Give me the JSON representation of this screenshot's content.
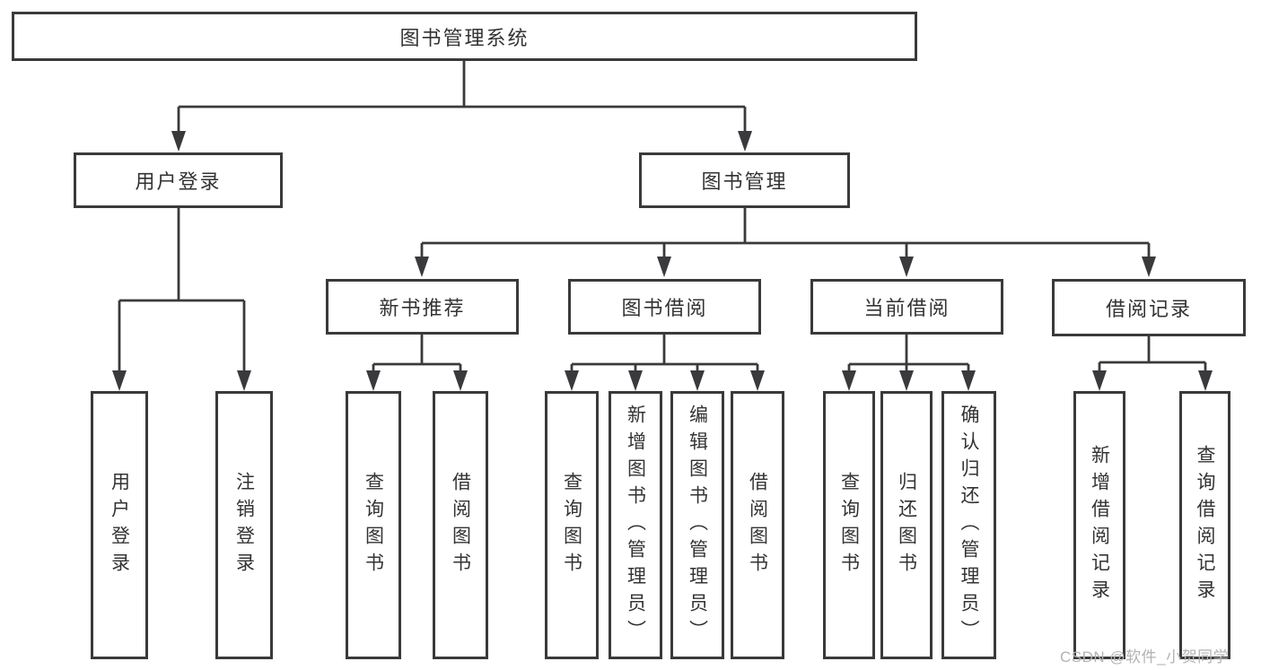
{
  "diagram": {
    "root": {
      "label": "图书管理系统"
    },
    "level2": {
      "user_login": {
        "label": "用户登录"
      },
      "book_mgmt": {
        "label": "图书管理"
      }
    },
    "level3": {
      "new_book": {
        "label": "新书推荐"
      },
      "book_borrow": {
        "label": "图书借阅"
      },
      "current_borrow": {
        "label": "当前借阅"
      },
      "borrow_records": {
        "label": "借阅记录"
      }
    },
    "leaves": {
      "user_login": {
        "label": "用户登录"
      },
      "logout": {
        "label": "注销登录"
      },
      "nb_query_books": {
        "label": "查询图书"
      },
      "nb_borrow_books": {
        "label": "借阅图书"
      },
      "bb_query_books": {
        "label": "查询图书"
      },
      "bb_add_books": {
        "label": "新增图书（管理员）"
      },
      "bb_edit_books": {
        "label": "编辑图书（管理员）"
      },
      "bb_borrow_books": {
        "label": "借阅图书"
      },
      "cb_query_books": {
        "label": "查询图书"
      },
      "cb_return_books": {
        "label": "归还图书"
      },
      "cb_confirm_return": {
        "label": "确认归还（管理员）"
      },
      "br_add_record": {
        "label": "新增借阅记录"
      },
      "br_query_record": {
        "label": "查询借阅记录"
      }
    },
    "watermark": "CSDN @软件_小贺同学",
    "colors": {
      "line": "#3a3a3c",
      "text": "#333333",
      "watermark": "#b3b3b3",
      "background": "#ffffff"
    }
  }
}
